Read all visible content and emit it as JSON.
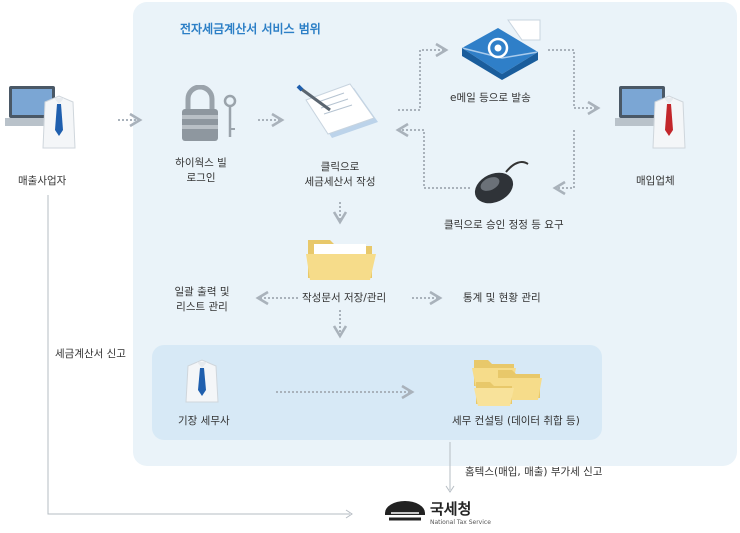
{
  "diagram": {
    "title": "전자세금계산서 서비스 범위",
    "nodes": {
      "seller": "매출사업자",
      "login": [
        "하이웍스 빌",
        "로그인"
      ],
      "create": [
        "클릭으로",
        "세금세산서 작성"
      ],
      "email": "e메일 등으로 발송",
      "buyer": "매입업체",
      "approve": "클릭으로 승인 정정 등 요구",
      "save": "작성문서 저장/관리",
      "print": [
        "일괄 출력 및",
        "리스트 관리"
      ],
      "stats": "통계 및 현황 관리",
      "accountant": "기장 세무사",
      "consult": "세무 컨설팅 (데이터 취합 등)",
      "report": "세금계산서 신고",
      "hometax": "홈텍스(매입, 매출) 부가세 신고",
      "nts": "국세청",
      "nts_en": "National Tax Service"
    }
  },
  "colors": {
    "panel": "#eaf3f9",
    "inner_panel": "#d7e9f6",
    "title": "#2c7fc6",
    "arrow": "#a9b2bb",
    "tie_buyer": "#c3262a",
    "tie_seller": "#1f5fae"
  },
  "icons": [
    "laptop-person-icon",
    "padlock-icon",
    "document-pen-icon",
    "email-icon",
    "mouse-icon",
    "folder-icon",
    "folders-icon",
    "shirt-tie-icon",
    "nts-logo-icon"
  ]
}
